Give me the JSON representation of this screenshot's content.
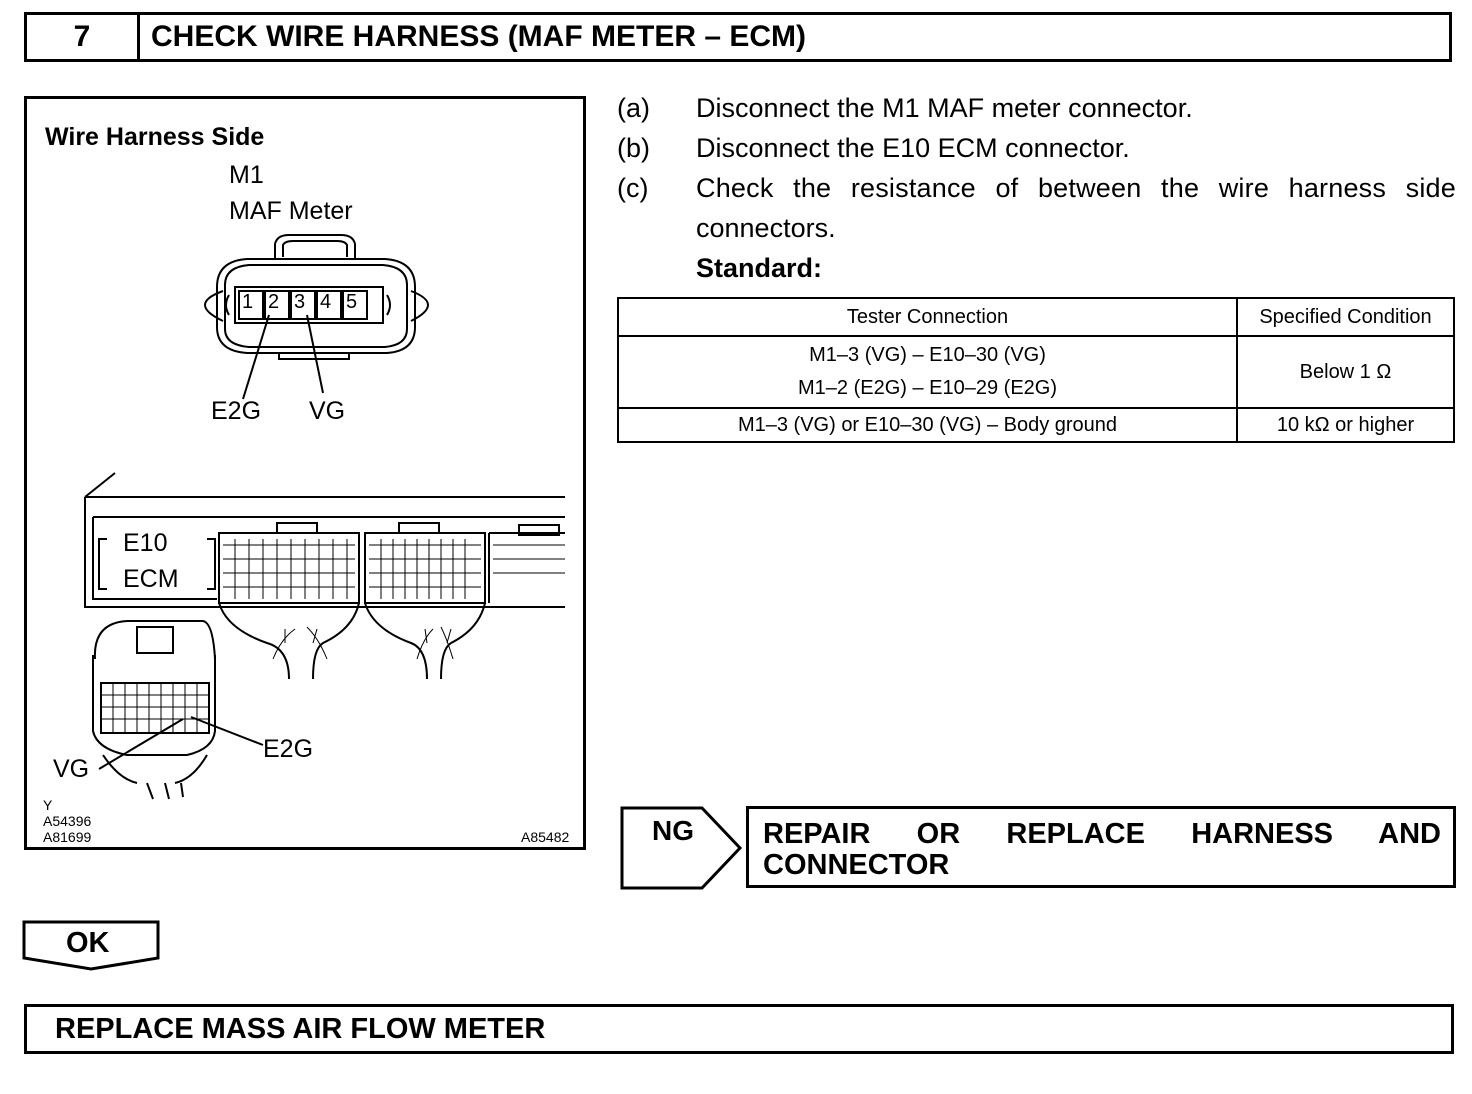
{
  "step": {
    "number": "7",
    "title": "CHECK WIRE HARNESS (MAF METER – ECM)"
  },
  "diagram": {
    "heading": "Wire Harness Side",
    "connector_id": "M1",
    "connector_name": "MAF Meter",
    "pins": [
      "1",
      "2",
      "3",
      "4",
      "5"
    ],
    "label_e2g": "E2G",
    "label_vg": "VG",
    "ecm_id": "E10",
    "ecm_name": "ECM",
    "ecm_label_vg": "VG",
    "ecm_label_e2g": "E2G",
    "code_y": "Y",
    "code_1": "A54396",
    "code_2": "A81699",
    "code_3": "A85482"
  },
  "instructions": [
    {
      "letter": "(a)",
      "text": "Disconnect the M1 MAF meter connector."
    },
    {
      "letter": "(b)",
      "text": "Disconnect the E10 ECM connector."
    },
    {
      "letter": "(c)",
      "text": "Check the resistance of between the wire harness side",
      "text2": "connectors."
    }
  ],
  "standard_label": "Standard:",
  "table": {
    "headers": [
      "Tester Connection",
      "Specified Condition"
    ],
    "rows": [
      {
        "connection_1": "M1–3 (VG) – E10–30 (VG)",
        "connection_2": "M1–2 (E2G) – E10–29 (E2G)",
        "condition": "Below 1 Ω"
      },
      {
        "connection_1": "M1–3 (VG) or E10–30 (VG) – Body ground",
        "condition": "10 kΩ or higher"
      }
    ]
  },
  "ng": {
    "label": "NG",
    "action_line1": "REPAIR OR REPLACE HARNESS AND",
    "action_line2": "CONNECTOR"
  },
  "ok": {
    "label": "OK"
  },
  "final_action": "REPLACE MASS AIR FLOW METER"
}
